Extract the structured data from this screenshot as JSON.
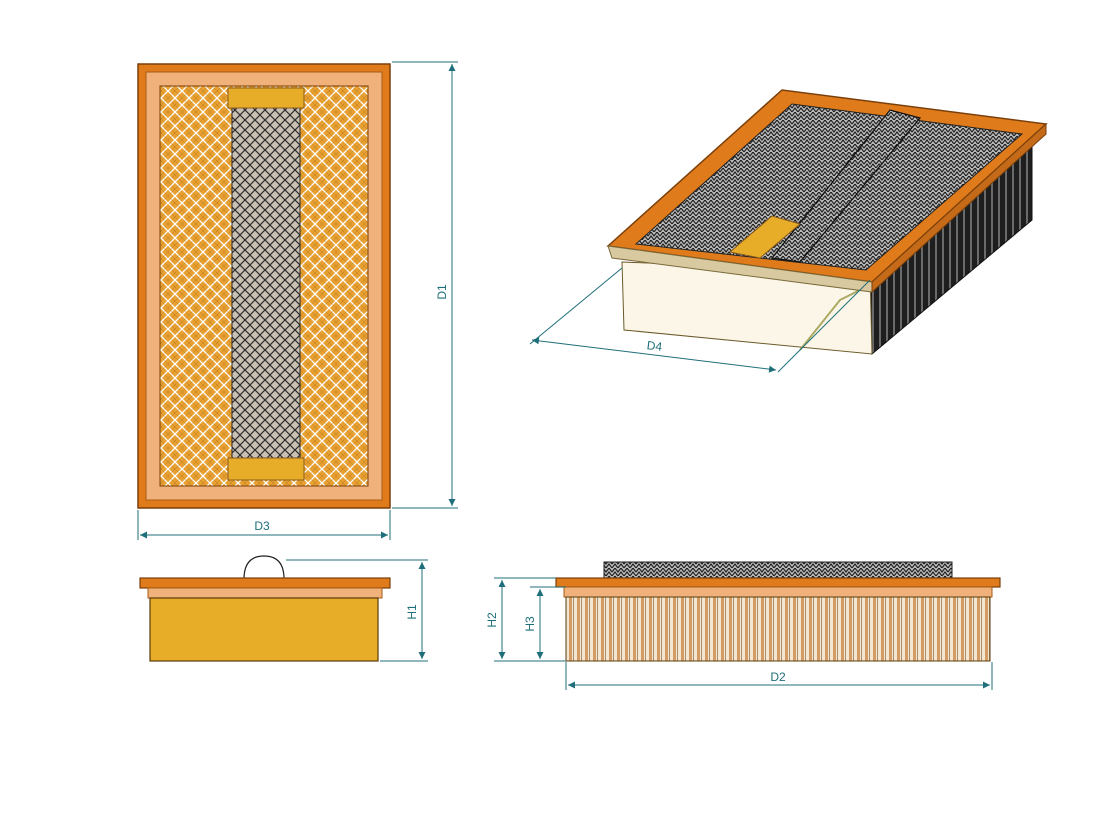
{
  "dimensions": {
    "d1": "D1",
    "d2": "D2",
    "d3": "D3",
    "d4": "D4",
    "h1": "H1",
    "h2": "H2",
    "h3": "H3"
  },
  "colors": {
    "frame_orange": "#e07b1c",
    "frame_light": "#f0b27a",
    "media_yellow": "#e8ad28",
    "pleat_dark": "#2a2a2a",
    "dimension_line": "#1f6f7a"
  },
  "views": [
    "top-view",
    "isometric-view",
    "side-view",
    "front-view"
  ]
}
